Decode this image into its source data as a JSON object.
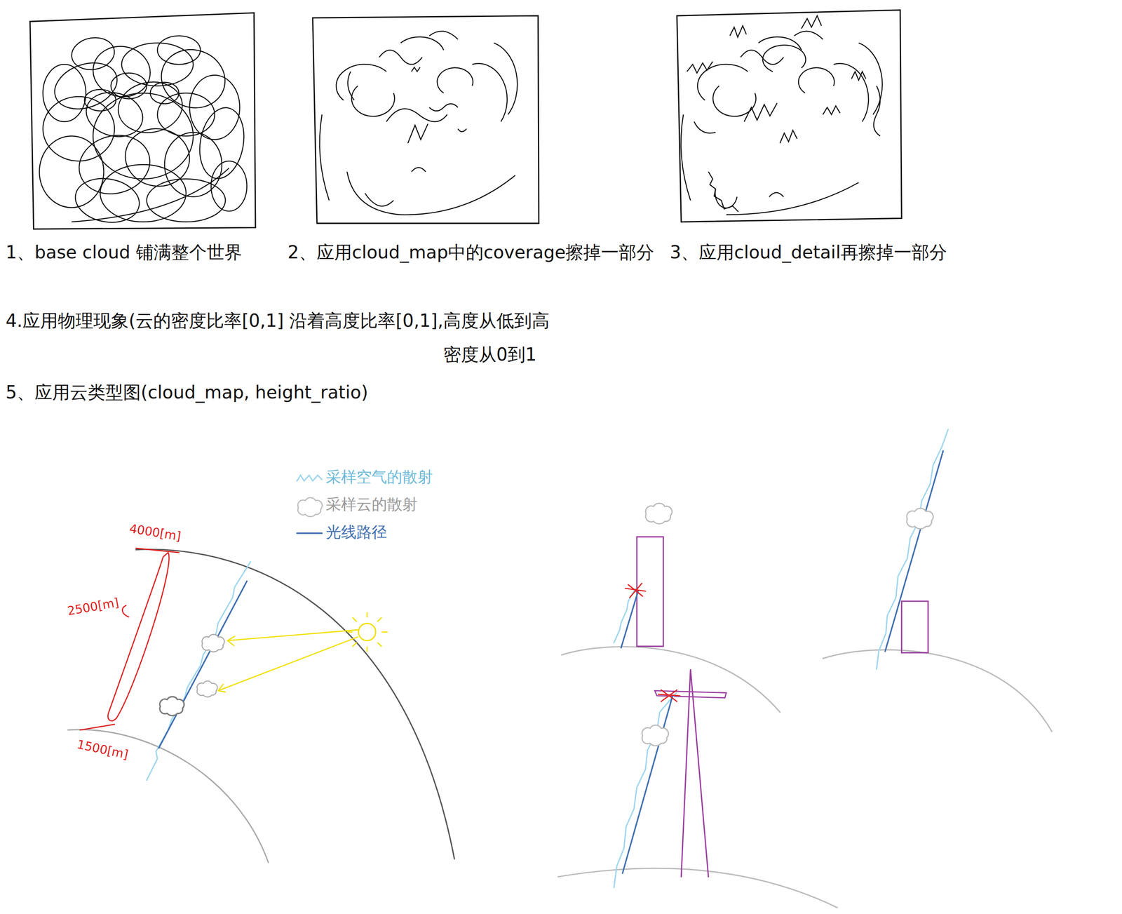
{
  "diagram": {
    "labels": [
      "1、base cloud 铺满整个世界",
      "2、应用cloud_map中的coverage擦掉一部分",
      "3、应用cloud_detail再擦掉一部分",
      "4.应用物理现象(云的密度比率[0,1] 沿着高度比率[0,1],高度从低到高",
      "密度从0到1",
      "5、应用云类型图(cloud_map, height_ratio)",
      "4000[m]",
      "2500[m]",
      "1500[m]"
    ],
    "legend": [
      {
        "text": "采样空气的散射"
      },
      {
        "text": "采样云的散射"
      },
      {
        "text": "光线路径"
      }
    ]
  }
}
